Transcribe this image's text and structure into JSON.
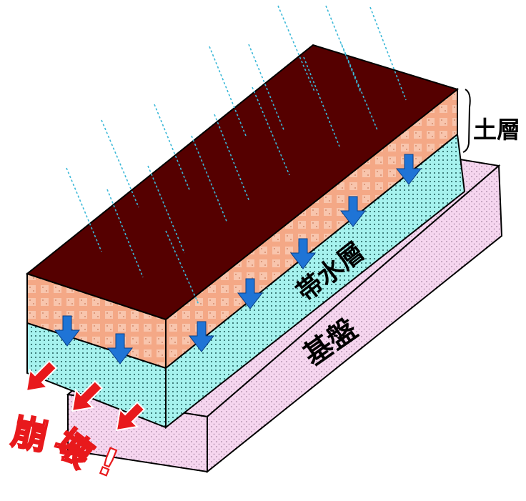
{
  "labels": {
    "soil_layer": "土層",
    "aquifer": "帯水層",
    "bedrock": "基盤"
  },
  "collapse_text": {
    "char1": "崩",
    "char2": "壊",
    "char3": "!"
  },
  "icons": {
    "seepage": "arrow-down-icon",
    "collapse": "arrow-down-left-icon",
    "rain": "rain-line"
  },
  "colors": {
    "surface": "#550000",
    "soil": "#f4a886",
    "aquifer": "#a6f2ee",
    "bedrock": "#f6d6ef",
    "seepage_arrow": "#1f74d6",
    "collapse_arrow": "#e8191c",
    "rain": "#3ab8d8"
  }
}
